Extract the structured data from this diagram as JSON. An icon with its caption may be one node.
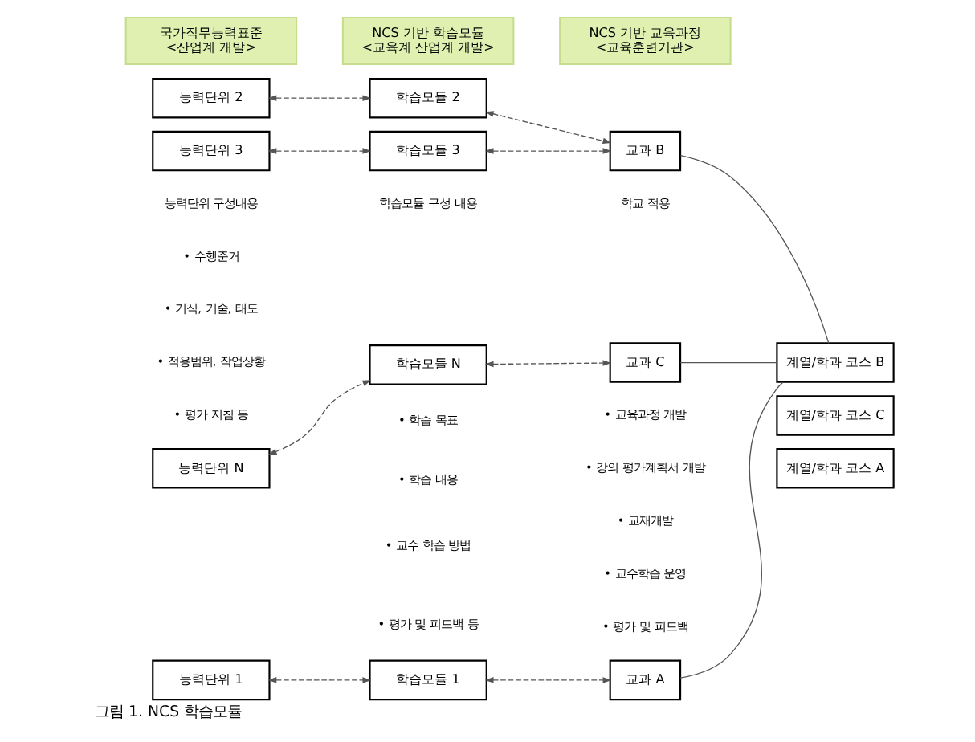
{
  "diagram": {
    "caption": "그림 1. NCS 학습모듈",
    "nodes": [
      {
        "text": [
          "국가직무능력표준",
          "<산업계 개발>"
        ]
      },
      {
        "text": [
          "NCS 기반 학습모듈",
          "<교육계 산업계 개발>"
        ]
      },
      {
        "text": [
          "NCS 기반 교육과정",
          "<교육훈련기관>"
        ]
      },
      {
        "text": [
          "능력단위 1"
        ]
      },
      {
        "text": [
          "능력단위 2"
        ]
      },
      {
        "text": [
          "능력단위 3"
        ]
      },
      {
        "text": [
          "능력단위 N"
        ]
      },
      {
        "text": [
          "학습모듈 1"
        ]
      },
      {
        "text": [
          "학습모듈 2"
        ]
      },
      {
        "text": [
          "학습모듈 3"
        ]
      },
      {
        "text": [
          "학습모듈 N"
        ]
      },
      {
        "text": [
          "교과 A"
        ]
      },
      {
        "text": [
          "교과 B"
        ]
      },
      {
        "text": [
          "교과 C"
        ]
      },
      {
        "text": [
          "계열/학과 코스 A"
        ]
      },
      {
        "text": [
          "계열/학과 코스 B"
        ]
      },
      {
        "text": [
          "계열/학과 코스 C"
        ]
      }
    ],
    "edges": [
      {
        "from": 3,
        "to": 7,
        "arrow": "both",
        "style": "dashed"
      },
      {
        "from": 4,
        "to": 8,
        "arrow": "both",
        "style": "dashed"
      },
      {
        "from": 5,
        "to": 9,
        "arrow": "both",
        "style": "dashed"
      },
      {
        "from": 6,
        "to": 10,
        "arrow": "both",
        "style": "dashed"
      },
      {
        "from": 7,
        "to": 11,
        "arrow": "both",
        "style": "dashed"
      },
      {
        "from": 8,
        "to": 12,
        "arrow": "both",
        "style": "dashed"
      },
      {
        "from": 9,
        "to": 12,
        "arrow": "both",
        "style": "dashed"
      },
      {
        "from": 10,
        "to": 13,
        "arrow": "both",
        "style": "dashed"
      },
      {
        "from": 11,
        "to": 15,
        "arrow": "none"
      },
      {
        "from": 12,
        "to": 15,
        "arrow": "none"
      },
      {
        "from": 13,
        "to": 15,
        "arrow": "none"
      }
    ],
    "labels": [
      "능력단위 구성내용",
      "• 수행준거",
      "• 기식, 기술, 태도",
      "• 적용범위, 작업상황",
      "• 평가 지침 등",
      "학습모듈 구성 내용",
      "• 학습 목표",
      "• 학습 내용",
      "• 교수 학습 방법",
      "• 평가 및 피드백 등",
      "학교 적용",
      "• 교육과정 개발",
      "• 강의 평가계획서 개발",
      "• 교재개발",
      "• 교수학습 운영",
      "• 평가 및 피드백"
    ]
  }
}
